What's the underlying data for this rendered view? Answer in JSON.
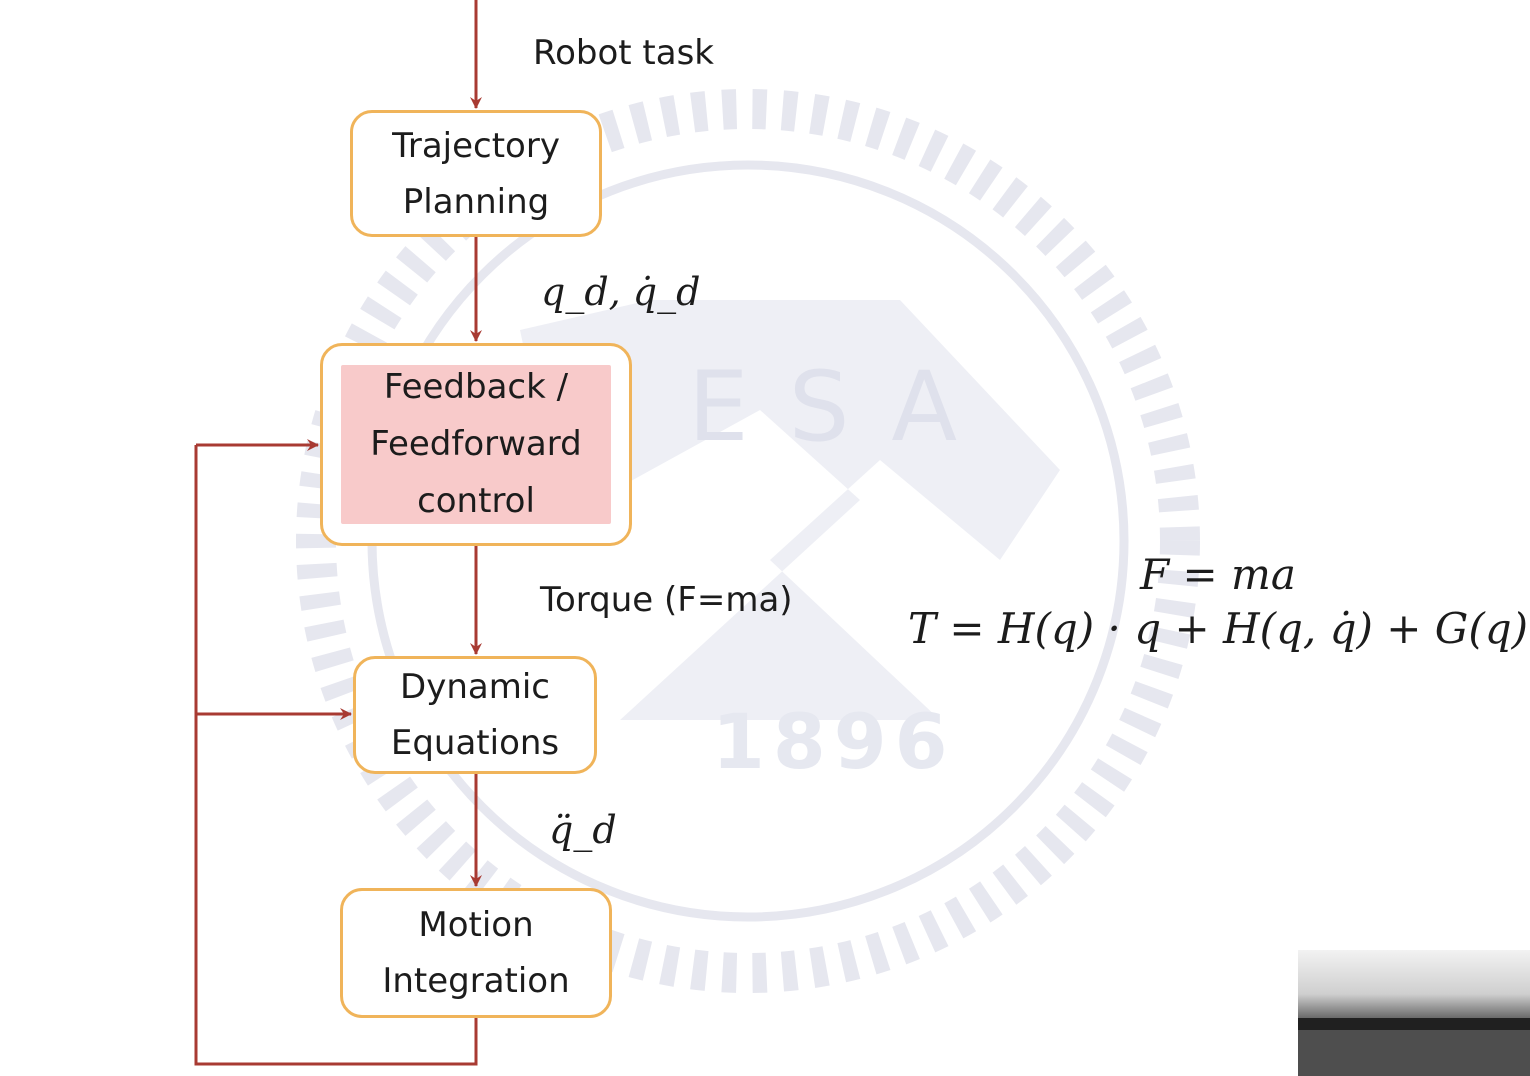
{
  "diagram": {
    "input_label": "Robot task",
    "nodes": {
      "trajectory": "Trajectory\nPlanning",
      "feedback": "Feedback /\nFeedforward\ncontrol",
      "dynamic": "Dynamic\nEquations",
      "motion": "Motion\nIntegration"
    },
    "edge_labels": {
      "trajectory_to_feedback": "q_d, q̇_d",
      "feedback_to_dynamic": "Torque (F=ma)",
      "dynamic_to_motion": "q̈_d"
    }
  },
  "equations": {
    "eq1": "F = ma",
    "eq2": "T = H(q) · q + H(q, q̇) + G(q)"
  },
  "watermark": {
    "letters": "ESA",
    "year": "1896"
  },
  "colors": {
    "arrow": "#a83a32",
    "box_border": "#f0b45a",
    "highlight_fill": "#f8caca",
    "watermark": "#dfe1ec"
  }
}
